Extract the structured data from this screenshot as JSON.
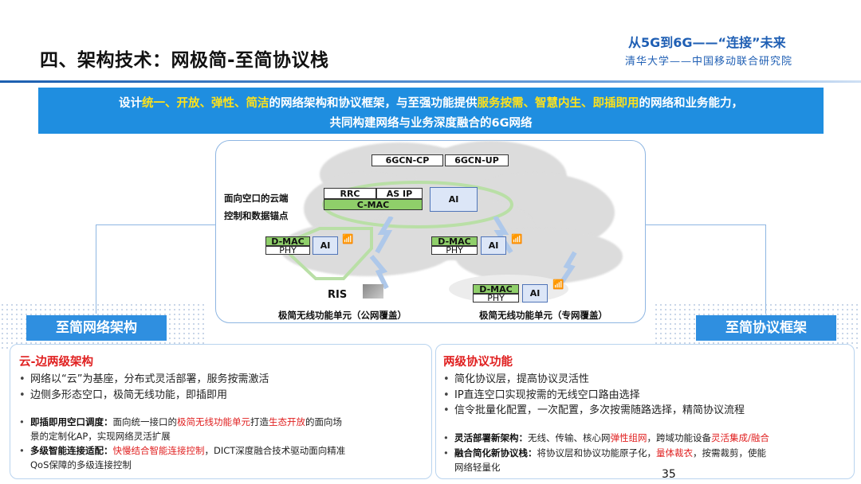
{
  "header": {
    "title": "四、架构技术：网极简-至简协议栈",
    "slogan": "从5G到6G——“连接”未来",
    "org": "清华大学——中国移动联合研究院"
  },
  "banner": {
    "line1": {
      "p1": "设计",
      "h1": "统一、开放、弹性、简洁",
      "p2": "的网络架构和协议框架，与至强功能提供",
      "h2": "服务按需、智慧内生、即插即用",
      "p3": "的网络和业务能力，"
    },
    "line2": "共同构建网络与业务深度融合的6G网络"
  },
  "diagram": {
    "cp": "6GCN-CP",
    "up": "6GCN-UP",
    "rrc": "RRC",
    "asip": "AS IP",
    "cmac": "C-MAC",
    "ai": "AI",
    "anchor_label_1": "面向空口的云端",
    "anchor_label_2": "控制和数据锚点",
    "dmac": "D-MAC",
    "phy": "PHY",
    "ris": "RIS",
    "unit_public": "极简无线功能单元（公网覆盖）",
    "unit_private": "极简无线功能单元（专网覆盖）"
  },
  "left": {
    "header": "至简网络架构",
    "title": "云-边两级架构",
    "items": [
      "网络以“云”为基座，分布式灵活部署，服务按需激活",
      "边侧多形态空口，极简无线功能，即插即用"
    ],
    "detail1": {
      "k": "即插即用空口调度：",
      "a": "面向统一接口的",
      "r1": "极简无线功能单元",
      "b": "打造",
      "r2": "生态开放",
      "c": "的面向场",
      "line2": "景的定制化AP，实现网络灵活扩展"
    },
    "detail2": {
      "k": "多级智能连接适配：",
      "r1": "快慢结合智能连接控制",
      "a": "，DICT深度融合技术驱动面向精准",
      "line2": "QoS保障的多级连接控制"
    }
  },
  "right": {
    "header": "至简协议框架",
    "title": "两级协议功能",
    "items": [
      "简化协议层，提高协议灵活性",
      "IP直连空口实现按需的无线空口路由选择",
      "信令批量化配置，一次配置，多次按需随路选择，精简协议流程"
    ],
    "detail1": {
      "k": "灵活部署新架构：",
      "a": "无线、传输、核心网",
      "r1": "弹性组网",
      "b": "，跨域功能设备",
      "r2": "灵活集成/融合"
    },
    "detail2": {
      "k": "融合简化新协议栈：",
      "a": "将协议层和协议功能原子化，",
      "r1": "量体裁衣",
      "b": "，按需裁剪，使能",
      "line2": "网络轻量化"
    }
  },
  "page_number": "35",
  "colors": {
    "accent": "#1f5fb4",
    "banner": "#1f8ee0",
    "highlight": "#ffe21a",
    "emphasis": "#e02020",
    "green": "#8fcf6a"
  }
}
